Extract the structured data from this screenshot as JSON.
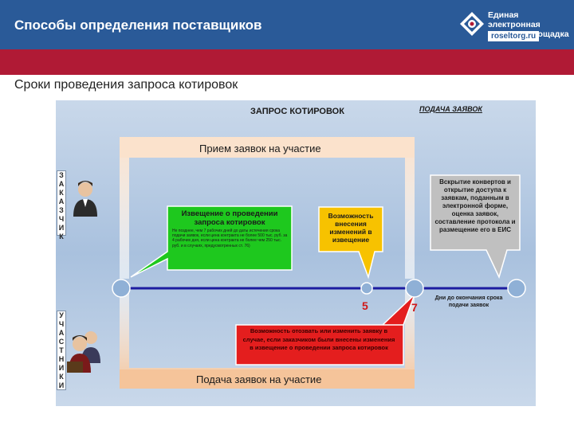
{
  "header": {
    "title": "Способы определения поставщиков",
    "logo_line1": "Единая электронная",
    "logo_line2": "торговая площадка",
    "logo_url": "roseltorg.ru"
  },
  "subtitle": "Сроки проведения запроса котировок",
  "diagram": {
    "title_left": "ЗАПРОС КОТИРОВОК",
    "title_right": "ПОДАЧА ЗАЯВОК",
    "priem": "Прием заявок на участие",
    "podacha": "Подача заявок на участие",
    "customer_vertical": "ЗАКАЗЧИК",
    "participants_vertical": "УЧАСТНИКИ",
    "notice_title": "Извещение о проведении запроса котировок",
    "notice_body": "Не позднее, чем 7 рабочих дней до даты истечения срока подачи заявок, если цена контракта не более 500 тыс. руб. за 4 рабочих дня, если цена контракта не более чем 250 тыс. руб. и в случаях, предусмотренных ст. 76)",
    "changes_box": "Возможность внесения изменений в извещение",
    "opening_box": "Вскрытие конвертов и открытие доступа к заявкам, поданным в электронной форме, оценка заявок, составление протокола и размещение его в ЕИС",
    "withdraw_box": "Возможность отозвать или изменить заявку в случае, если заказчиком были внесены изменения в извещение о проведении запроса котировок",
    "days_5": "5",
    "days_7": "7",
    "deadline_label": "Дни до окончания срока подачи заявок"
  },
  "colors": {
    "header_blue": "#2a5a98",
    "red_bar": "#b01a35",
    "diagram_bg": "#a9c1de",
    "green": "#1ec81e",
    "yellow": "#f7c200",
    "red_box": "#e41e1e",
    "gray_box": "#c0c0c0",
    "orange_band": "#f5c49a",
    "timeline": "#1c1ca0"
  }
}
